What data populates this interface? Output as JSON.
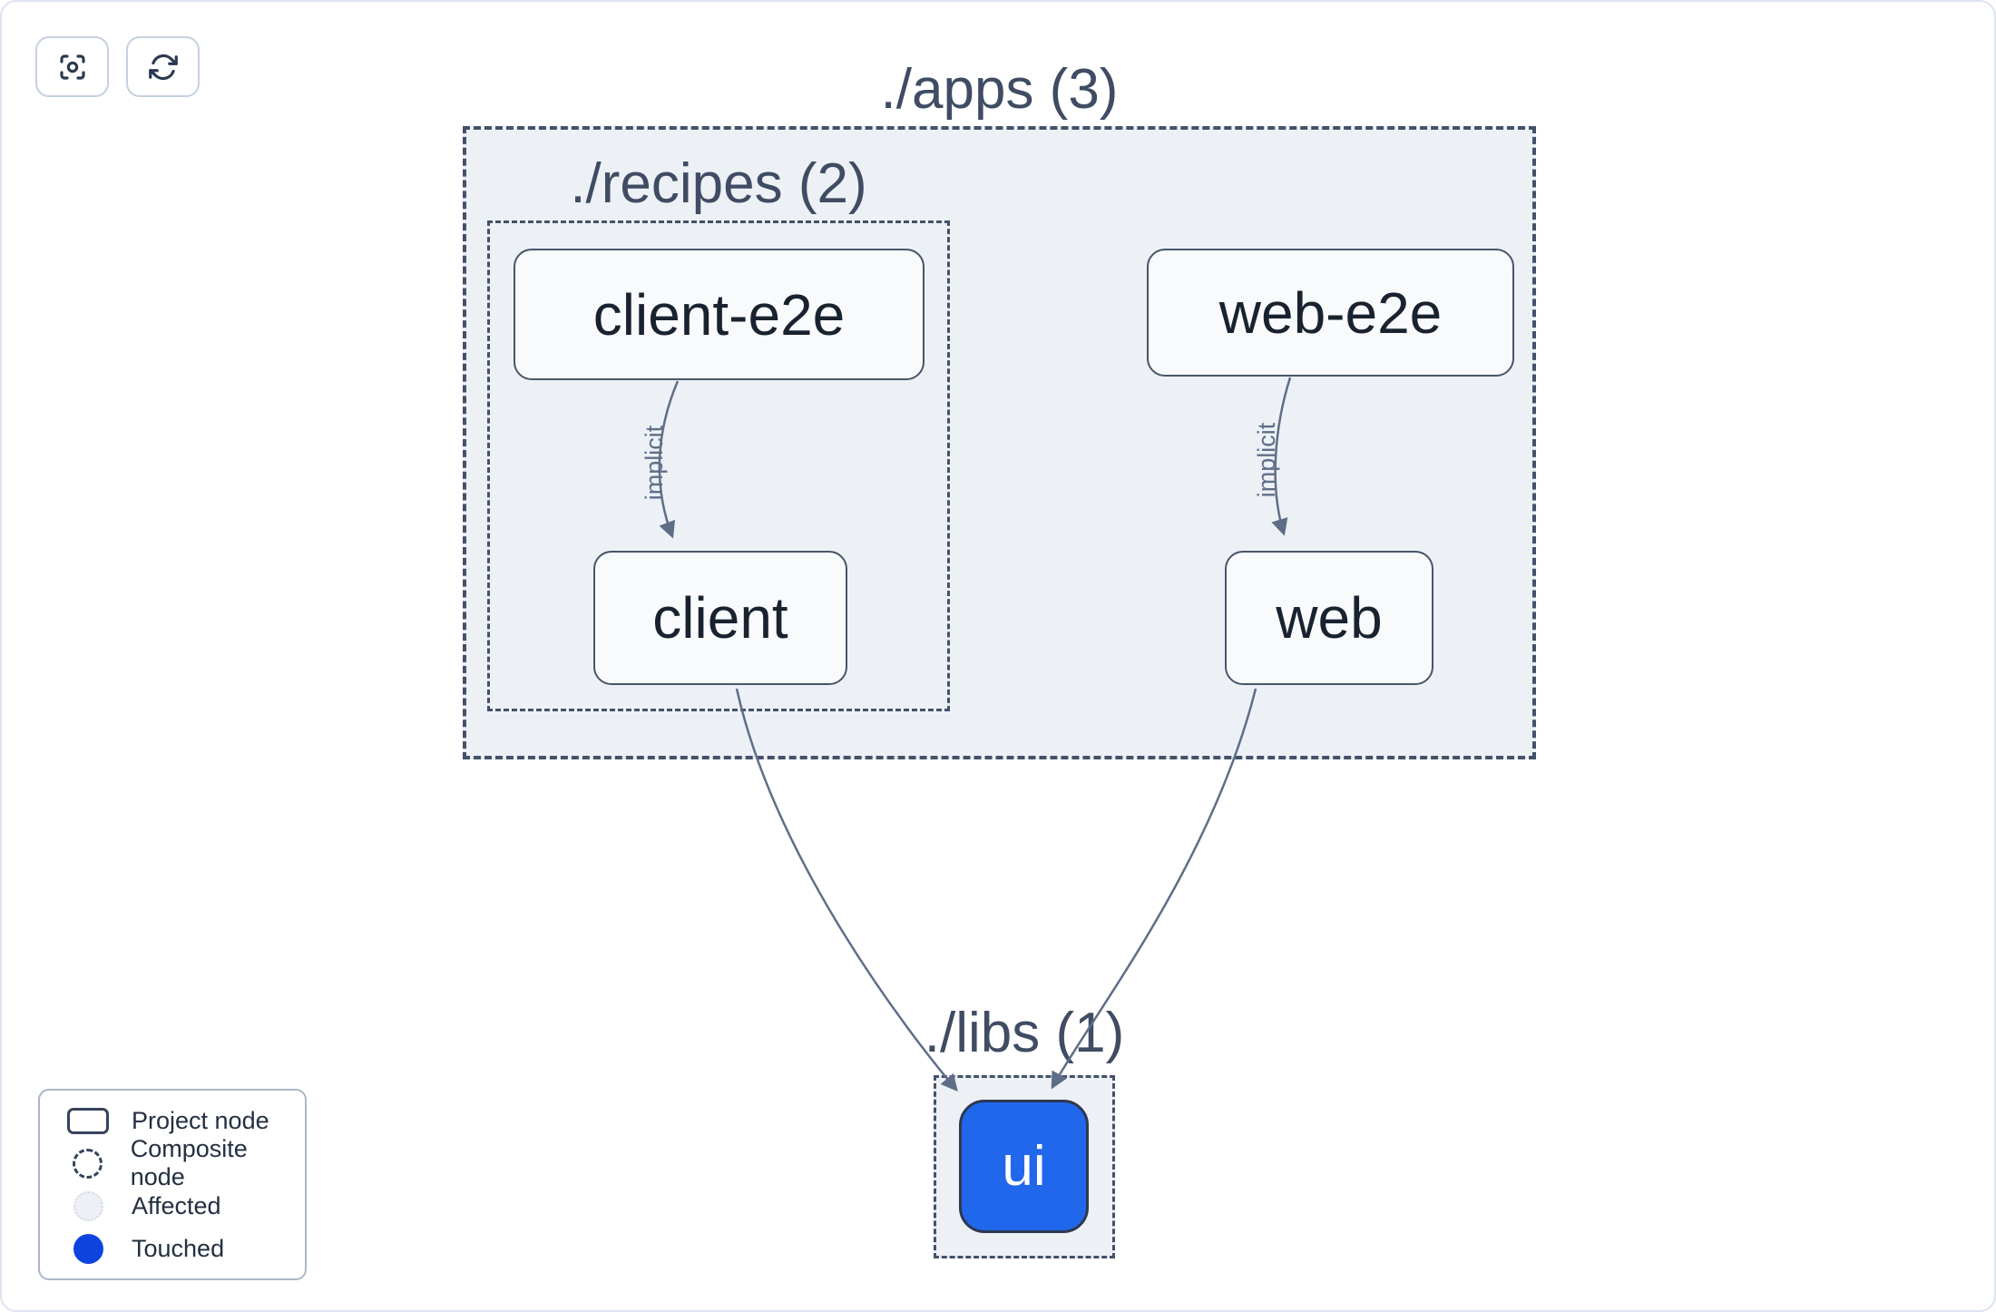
{
  "toolbar": {
    "focus_button": {
      "icon": "focus-icon"
    },
    "refresh_button": {
      "icon": "refresh-icon"
    }
  },
  "graph": {
    "groups": [
      {
        "id": "apps",
        "label": "./apps (3)"
      },
      {
        "id": "recipes",
        "label": "./recipes (2)"
      },
      {
        "id": "libs",
        "label": "./libs (1)"
      }
    ],
    "nodes": [
      {
        "id": "client-e2e",
        "label": "client-e2e",
        "state": "default"
      },
      {
        "id": "web-e2e",
        "label": "web-e2e",
        "state": "default"
      },
      {
        "id": "client",
        "label": "client",
        "state": "default"
      },
      {
        "id": "web",
        "label": "web",
        "state": "default"
      },
      {
        "id": "ui",
        "label": "ui",
        "state": "touched"
      }
    ],
    "edges": [
      {
        "from": "client-e2e",
        "to": "client",
        "label": "implicit"
      },
      {
        "from": "web-e2e",
        "to": "web",
        "label": "implicit"
      },
      {
        "from": "client",
        "to": "ui",
        "label": ""
      },
      {
        "from": "web",
        "to": "ui",
        "label": ""
      }
    ]
  },
  "legend": {
    "items": [
      {
        "icon": "project-node-icon",
        "label": "Project node"
      },
      {
        "icon": "composite-node-icon",
        "label": "Composite node"
      },
      {
        "icon": "affected-icon",
        "label": "Affected"
      },
      {
        "icon": "touched-icon",
        "label": "Touched"
      }
    ]
  },
  "colors": {
    "touched_node_blue": "#2067ec",
    "legend_touched_blue": "#0d44e0",
    "group_fill": "#edf1f6",
    "dashed_border": "#44516a",
    "node_border": "#475569",
    "node_fill": "#f9fafc",
    "node_text": "#19222f",
    "edge": "#5f6e88",
    "group_title_text": "#3f4c63",
    "canvas_border": "#dde3ee"
  }
}
